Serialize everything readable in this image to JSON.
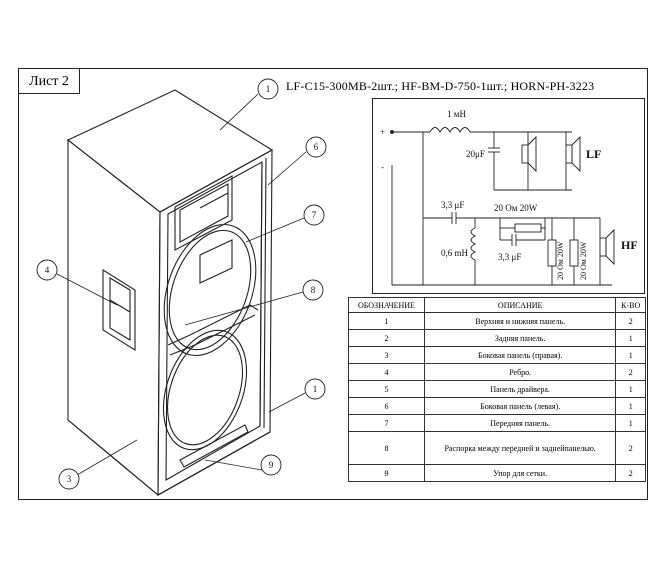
{
  "sheet": {
    "title": "Лист 2",
    "header": "LF-C15-300MB-2шт.; HF-BM-D-750-1шт.; HORN-PH-3223"
  },
  "callouts": [
    "1",
    "6",
    "7",
    "8",
    "4",
    "3",
    "9",
    "1"
  ],
  "circuit": {
    "plus": "+",
    "minus": "-",
    "l1": "1 мН",
    "c1": "20μF",
    "lf_label": "LF",
    "c2": "3,3 μF",
    "r1": "20 Ом 20W",
    "l2": "0,6 mH",
    "c3": "3,3 μF",
    "r2": "20 Ом 20W",
    "r3": "20 Ом 20W",
    "hf_label": "HF"
  },
  "table": {
    "headers": [
      "ОБОЗНАЧЕНИЕ",
      "ОПИСАНИЕ",
      "К-ВО"
    ],
    "rows": [
      {
        "id": "1",
        "desc": "Верхняя и нижняя панель.",
        "qty": "2"
      },
      {
        "id": "2",
        "desc": "Задняя панель.",
        "qty": "1"
      },
      {
        "id": "3",
        "desc": "Боковая панель (правая).",
        "qty": "1"
      },
      {
        "id": "4",
        "desc": "Ребро.",
        "qty": "2"
      },
      {
        "id": "5",
        "desc": "Панель драйвера.",
        "qty": "1"
      },
      {
        "id": "6",
        "desc": "Боковая панель (левая).",
        "qty": "1"
      },
      {
        "id": "7",
        "desc": "Передняя панель.",
        "qty": "1"
      },
      {
        "id": "8",
        "desc": "Распорка между передней и заднейпанелью.",
        "qty": "2"
      },
      {
        "id": "9",
        "desc": "Упор для сетки.",
        "qty": "2"
      }
    ]
  }
}
